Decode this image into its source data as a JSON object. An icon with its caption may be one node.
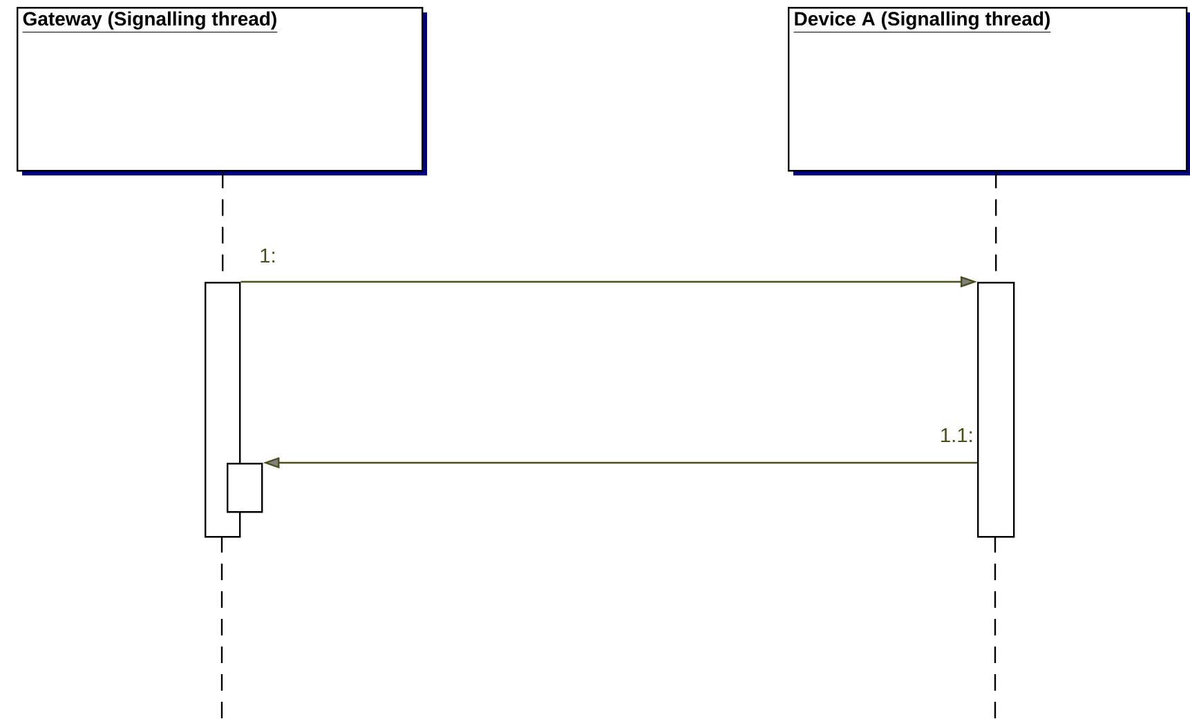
{
  "diagram": {
    "nodes": [
      {
        "text": [
          "Gateway (Signalling thread)"
        ]
      },
      {
        "text": [
          "Device A (Signalling thread)"
        ]
      },
      {
        "text": [],
        "shape": "box"
      },
      {
        "text": [],
        "shape": "box"
      },
      {
        "text": [],
        "shape": "box"
      }
    ],
    "edges": [
      {
        "from": 0,
        "to": 2,
        "arrow": "none",
        "style": "dashed"
      },
      {
        "from": 1,
        "to": 3,
        "arrow": "none",
        "style": "dashed"
      },
      {
        "from": 2,
        "to": 3,
        "arrow": "to",
        "label": "1:",
        "color": "#4d4d1a"
      },
      {
        "from": 3,
        "to": 4,
        "arrow": "to",
        "label": "1.1:",
        "color": "#4d4d1a"
      }
    ]
  }
}
